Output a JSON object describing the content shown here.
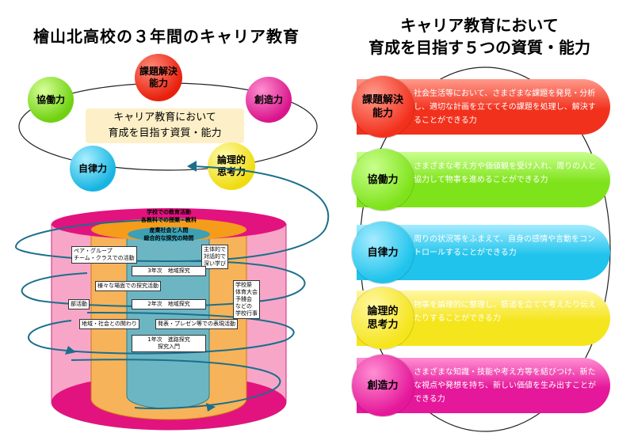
{
  "left_title": "檜山北高校の３年間のキャリア教育",
  "right_title_line1": "キャリア教育において",
  "right_title_line2": "育成を目指す５つの資質・能力",
  "center_box_line1": "キャリア教育において",
  "center_box_line2": "育成を目指す資質・能力",
  "cycle": {
    "kadai": "課題解決\n能力",
    "kyodo": "協働力",
    "sozo": "創造力",
    "jiritsu": "自律力",
    "ronri": "論理的\n思考力"
  },
  "cylinder": {
    "outer_top": "学校での教育活動",
    "band1": "各教科での授業・教科",
    "band2": "産業社会と人間",
    "band3": "総合的な探究の時間",
    "box_pair": "ペア・グループ\nチーム・クラスでの活動",
    "box_shutai": "主体的で\n対話的で\n深い学び",
    "box_year3": "3年次　地域探究",
    "box_various": "様々な場面での探究活動",
    "box_gakko": "学校祭\n体育大会\n予餞会\nなどの\n学校行事",
    "box_bukatsu": "部活動",
    "box_year2": "2年次　地域探究",
    "box_chiiki": "地域・社会との関わり",
    "box_happyo": "発表・プレゼン等での表現活動",
    "box_year1": "1年次　進路探究\n探究入門"
  },
  "abilities": [
    {
      "name": "課題解決\n能力",
      "desc": "社会生活等において、さまざまな課題を発見・分析し、適切な計画を立ててその課題を処理し、解決することができる力",
      "color": "#f2311d"
    },
    {
      "name": "協働力",
      "desc": "さまざまな考え方や価値観を受け入れ、周りの人と協力して物事を進めることができる力",
      "color": "#7fe31b"
    },
    {
      "name": "自律力",
      "desc": "周りの状況等をふまえて、自身の感情や言動をコントロールすることができる力",
      "color": "#1fc3ec"
    },
    {
      "name": "論理的\n思考力",
      "desc": "物事を論理的に整理し、筋道を立てて考えたり伝えたりすることができる力",
      "color": "#f5e51c"
    },
    {
      "name": "創造力",
      "desc": "さまざまな知識・技能や考え方等を結びつけ、新たな視点や発想を持ち、新しい価値を生み出すことができる力",
      "color": "#e5179a"
    }
  ]
}
